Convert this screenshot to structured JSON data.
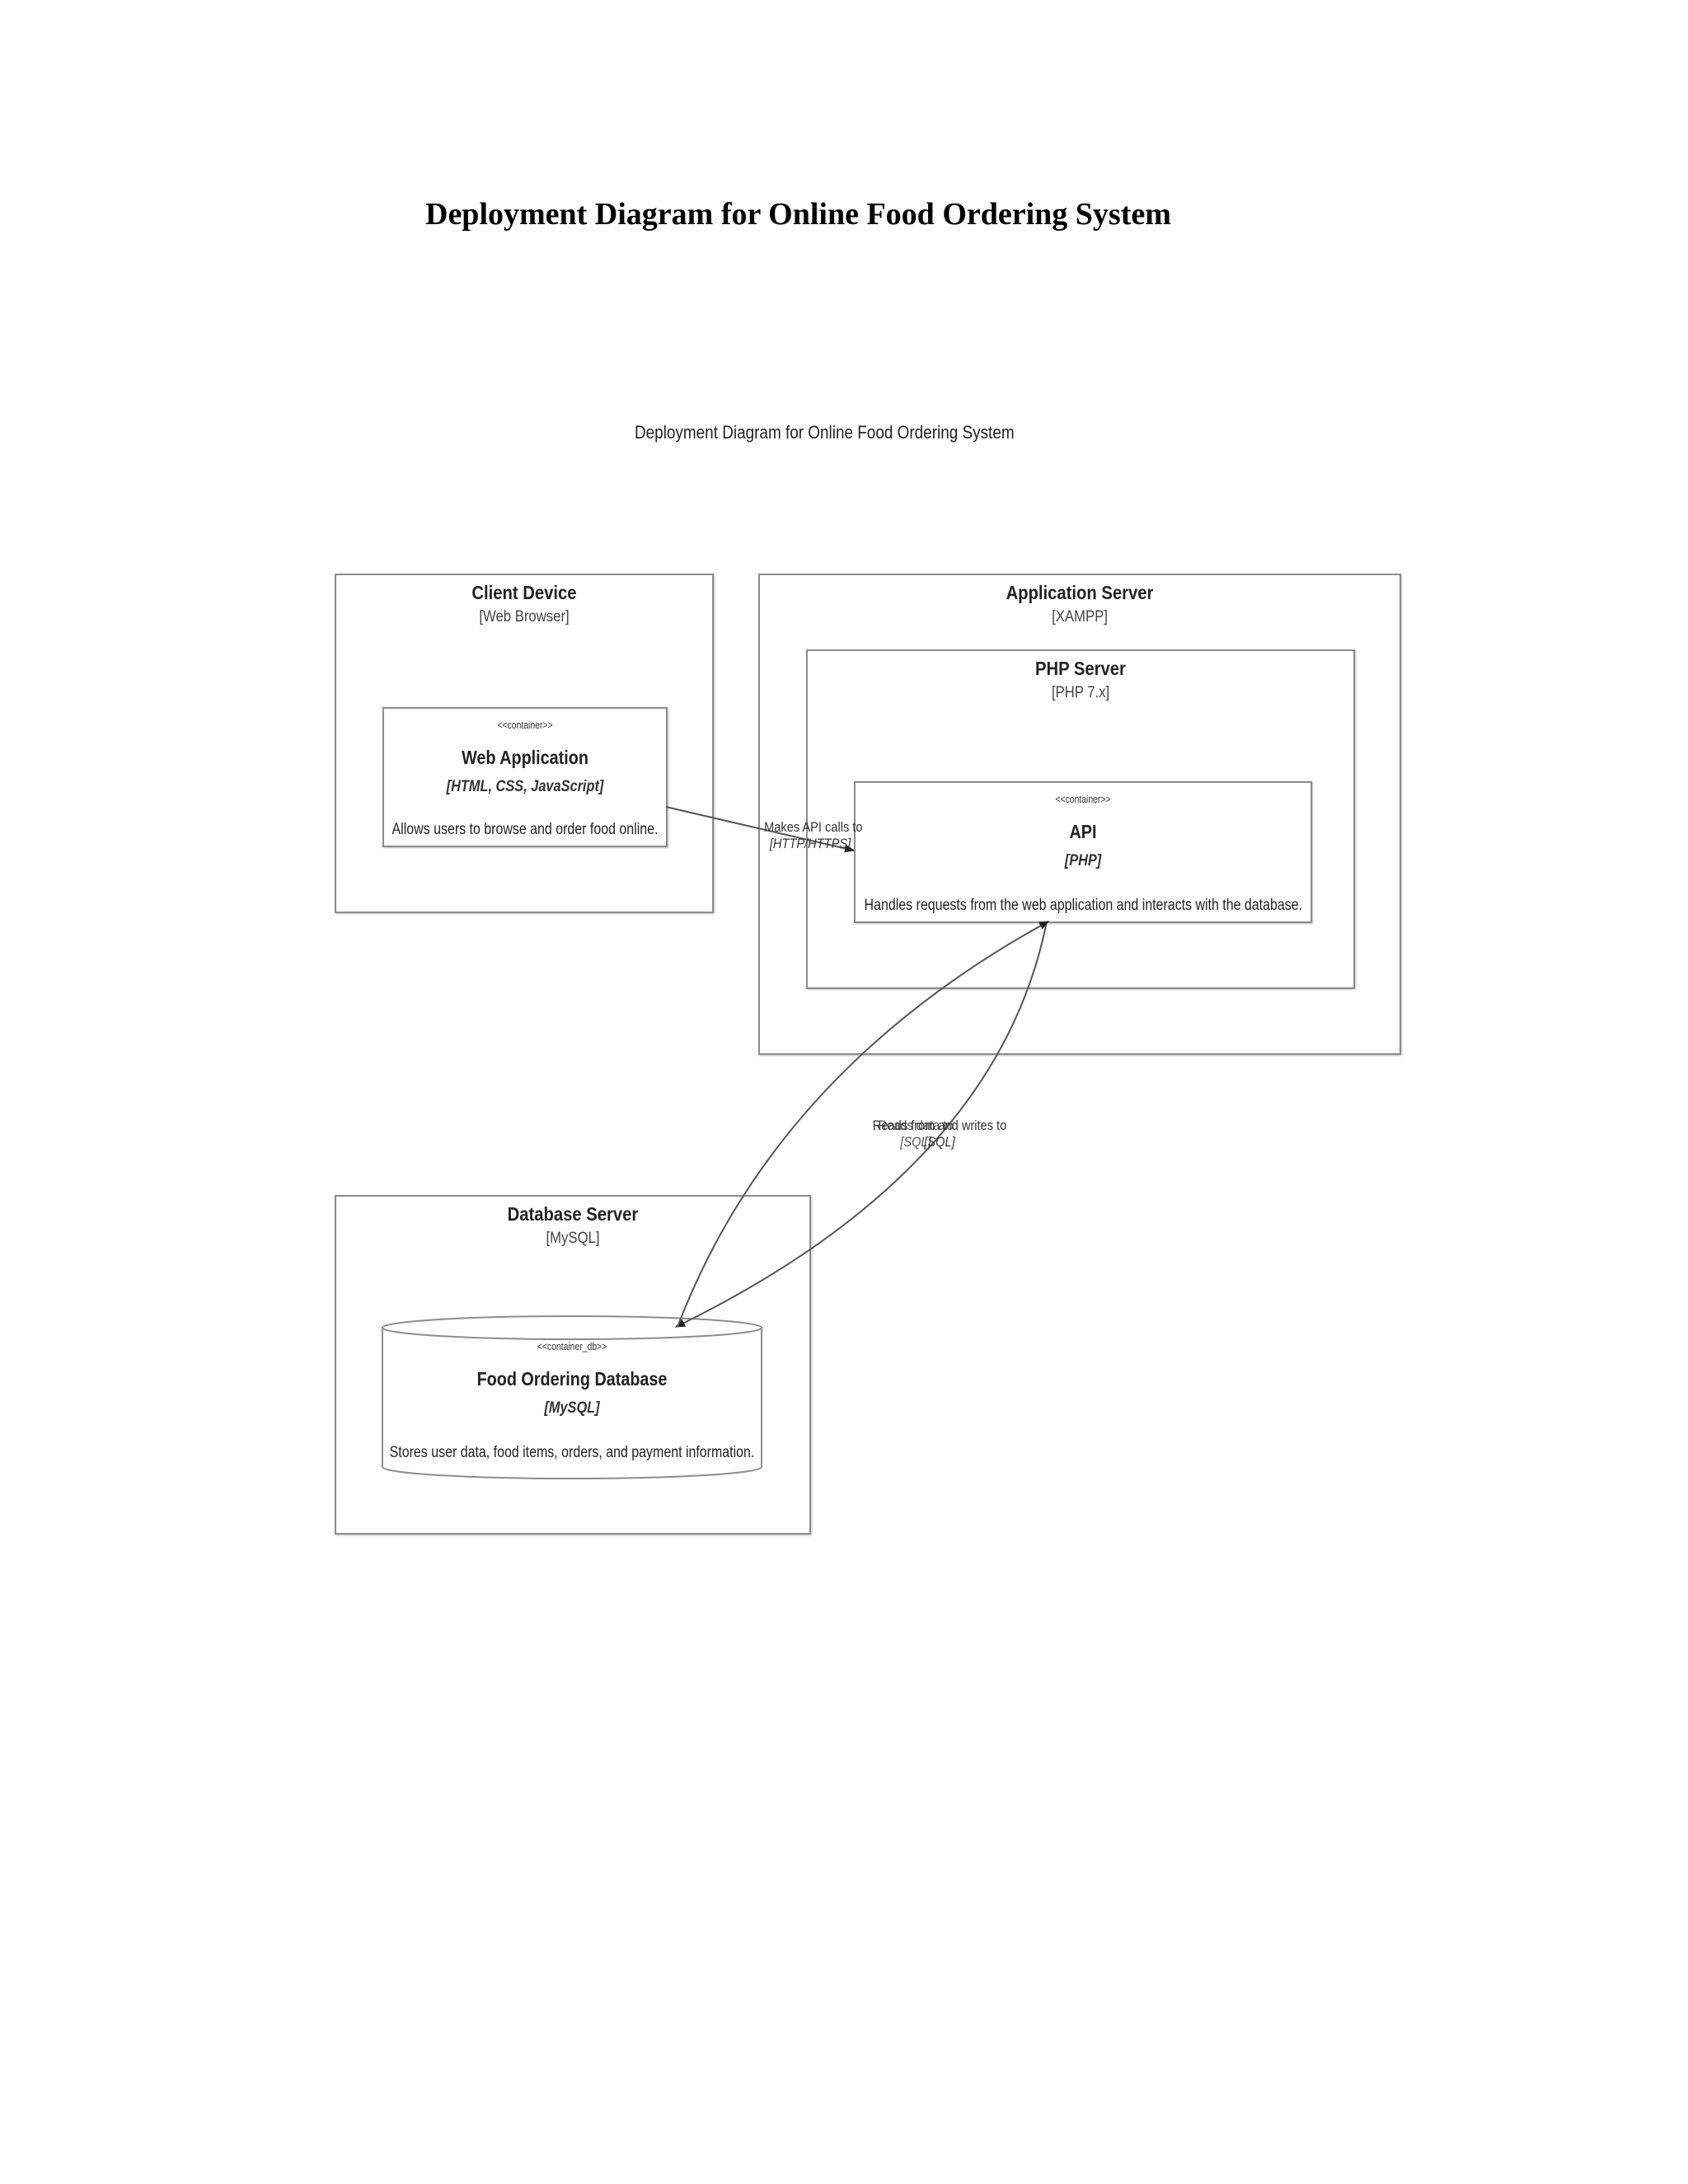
{
  "page_heading": "Deployment Diagram for Online Food Ordering System",
  "diagram": {
    "title": "Deployment Diagram for Online Food Ordering System",
    "nodes": {
      "client": {
        "title": "Client Device",
        "tech": "[Web Browser]",
        "container": {
          "stereotype": "<<container>>",
          "name": "Web Application",
          "tech": "[HTML, CSS, JavaScript]",
          "description": "Allows users to browse and order food online."
        }
      },
      "app_server": {
        "title": "Application Server",
        "tech": "[XAMPP]",
        "php_server": {
          "title": "PHP Server",
          "tech": "[PHP 7.x]",
          "container": {
            "stereotype": "<<container>>",
            "name": "API",
            "tech": "[PHP]",
            "description": "Handles requests from the web application and interacts with the database."
          }
        }
      },
      "db_server": {
        "title": "Database Server",
        "tech": "[MySQL]",
        "container": {
          "stereotype": "<<container_db>>",
          "name": "Food Ordering Database",
          "tech": "[MySQL]",
          "description": "Stores user data, food items, orders, and payment information."
        }
      }
    },
    "relationships": [
      {
        "label": "Makes API calls to",
        "tech": "[HTTP/HTTPS]"
      },
      {
        "label": "Reads from and writes to",
        "tech": "[SQL]"
      },
      {
        "label": "Reads data to",
        "tech": "[SQL]"
      }
    ]
  },
  "colors": {
    "border": "#8c8c8c",
    "text": "#222222",
    "arrow": "#555555"
  }
}
